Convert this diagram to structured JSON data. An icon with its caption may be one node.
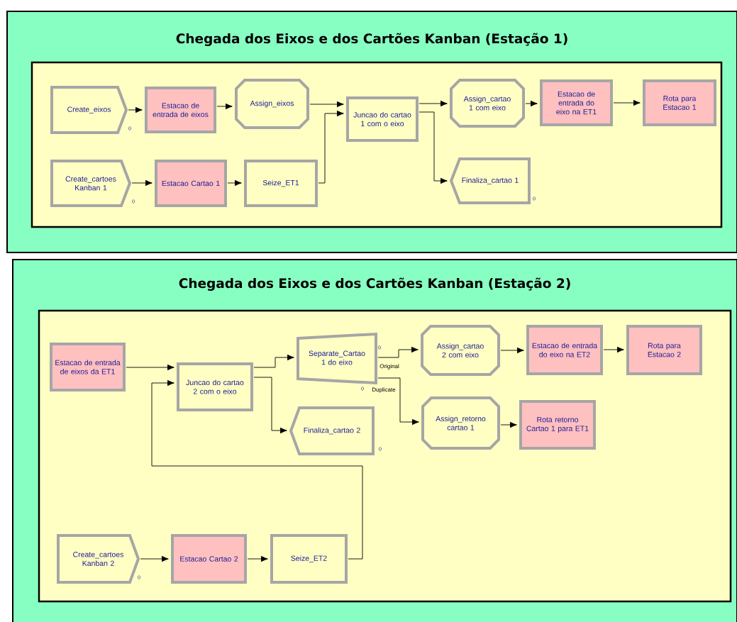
{
  "diagram": {
    "nodes": [
      {
        "text": [
          "Chegada dos Eixos e dos Cartões Kanban (Estação 1)"
        ]
      },
      {
        "text": [],
        "shape": "box",
        "in": 0
      },
      {
        "text": [
          "Create_eixos"
        ],
        "in": 1,
        "beside": [
          "0"
        ]
      },
      {
        "text": [
          "Estacao de entrada de eixos"
        ],
        "in": 1
      },
      {
        "text": [
          "Assign_eixos"
        ],
        "in": 1
      },
      {
        "text": [
          "Juncao do cartao 1 com o eixo"
        ],
        "in": 1
      },
      {
        "text": [
          "Assign_cartao 1 com eixo"
        ],
        "in": 1
      },
      {
        "text": [
          "Estacao de entrada do eixo na ET1"
        ],
        "in": 1
      },
      {
        "text": [
          "Rota para Estacao 1"
        ],
        "in": 1
      },
      {
        "text": [
          "Create_cartoes Kanban 1"
        ],
        "in": 1,
        "beside": [
          "0"
        ]
      },
      {
        "text": [
          "Estacao Cartao 1"
        ],
        "in": 1
      },
      {
        "text": [
          "Seize_ET1"
        ],
        "in": 1
      },
      {
        "text": [
          "Finaliza_cartao 1"
        ],
        "in": 1,
        "beside": [
          "0"
        ]
      },
      {
        "text": [
          "Chegada dos Eixos e dos Cartões Kanban (Estação 2)"
        ]
      },
      {
        "text": [],
        "shape": "box",
        "in": 13
      },
      {
        "text": [
          "Estacao de entrada de eixos da ET1"
        ],
        "in": 14
      },
      {
        "text": [
          "Juncao do cartao 2 com o eixo"
        ],
        "in": 14
      },
      {
        "text": [
          "Separate_Cartao 1 do eixo"
        ],
        "in": 14,
        "beside": [
          "0",
          "0"
        ]
      },
      {
        "text": [
          "Assign_cartao 2 com eixo"
        ],
        "in": 14
      },
      {
        "text": [
          "Estacao de entrada do eixo na ET2"
        ],
        "in": 14
      },
      {
        "text": [
          "Rota para Estacao 2"
        ],
        "in": 14
      },
      {
        "text": [
          "Assign_retorno cartao 1"
        ],
        "in": 14
      },
      {
        "text": [
          "Rota retorno Cartao 1 para ET1"
        ],
        "in": 14
      },
      {
        "text": [
          "Finaliza_cartao 2"
        ],
        "in": 14,
        "beside": [
          "0"
        ]
      },
      {
        "text": [
          "Create_cartoes Kanban 2"
        ],
        "in": 14,
        "beside": [
          "0"
        ]
      },
      {
        "text": [
          "Estacao Cartao 2"
        ],
        "in": 14
      },
      {
        "text": [
          "Seize_ET2"
        ],
        "in": 14
      }
    ],
    "edges": [
      {
        "from": 2,
        "to": 3,
        "arrow": "to"
      },
      {
        "from": 3,
        "to": 4,
        "arrow": "to"
      },
      {
        "from": 4,
        "to": 5,
        "arrow": "to"
      },
      {
        "from": 9,
        "to": 10,
        "arrow": "to"
      },
      {
        "from": 10,
        "to": 11,
        "arrow": "to"
      },
      {
        "from": 11,
        "to": 5,
        "arrow": "to"
      },
      {
        "from": 5,
        "to": 6,
        "arrow": "to"
      },
      {
        "from": 5,
        "to": 12,
        "arrow": "to"
      },
      {
        "from": 6,
        "to": 7,
        "arrow": "to"
      },
      {
        "from": 7,
        "to": 8,
        "arrow": "to"
      },
      {
        "from": 15,
        "to": 16,
        "arrow": "to"
      },
      {
        "from": 16,
        "to": 17,
        "arrow": "to"
      },
      {
        "from": 16,
        "to": 23,
        "arrow": "to"
      },
      {
        "from": 17,
        "to": 18,
        "arrow": "to",
        "label": "Original"
      },
      {
        "from": 17,
        "to": 21,
        "arrow": "to",
        "label": "Duplicate"
      },
      {
        "from": 18,
        "to": 19,
        "arrow": "to"
      },
      {
        "from": 19,
        "to": 20,
        "arrow": "to"
      },
      {
        "from": 21,
        "to": 22,
        "arrow": "to"
      },
      {
        "from": 24,
        "to": 25,
        "arrow": "to"
      },
      {
        "from": 25,
        "to": 26,
        "arrow": "to"
      },
      {
        "from": 26,
        "to": 16,
        "arrow": "to"
      }
    ]
  }
}
